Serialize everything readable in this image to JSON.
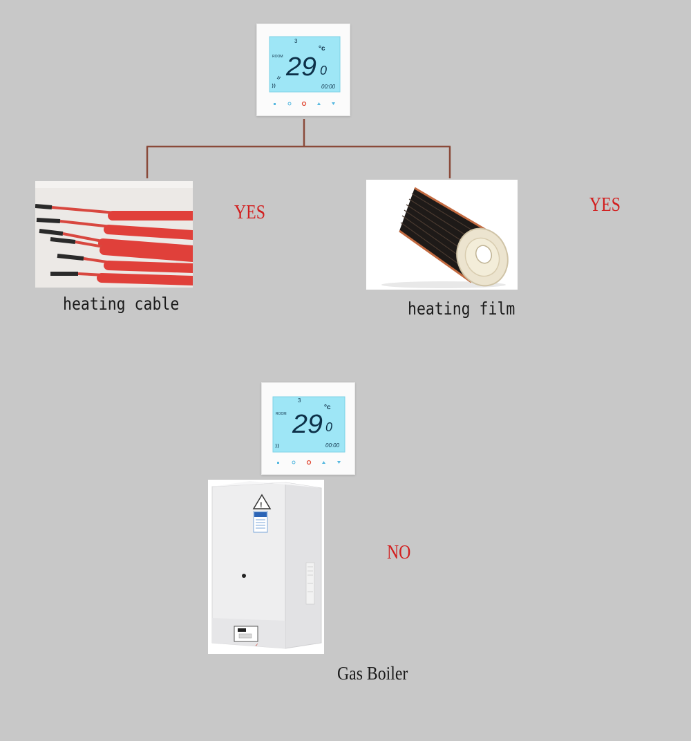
{
  "colors": {
    "background": "#c8c8c8",
    "wire": "#8a4a3a",
    "verdict_text": "#d21e1e",
    "caption_text": "#1a1a1a",
    "lcd_screen": "#9ee6f6",
    "lcd_digits": "#0d3048",
    "power_button": "#e0402a",
    "touch_buttons": "#55b8e0",
    "cable_red": "#e0403a"
  },
  "thermostat_top": {
    "mode_digit": "3",
    "room_label": "ROOM",
    "temperature": "29",
    "decimal": "0",
    "unit": "°c",
    "clock": "00:00"
  },
  "thermostat_bottom": {
    "mode_digit": "3",
    "room_label": "ROOM",
    "temperature": "29",
    "decimal": "0",
    "unit": "°c",
    "clock": "00:00"
  },
  "items": {
    "heating_cable": {
      "caption": "heating cable",
      "verdict": "YES"
    },
    "heating_film": {
      "caption": "heating film",
      "verdict": "YES"
    },
    "gas_boiler": {
      "caption": "Gas Boiler",
      "verdict": "NO"
    }
  }
}
